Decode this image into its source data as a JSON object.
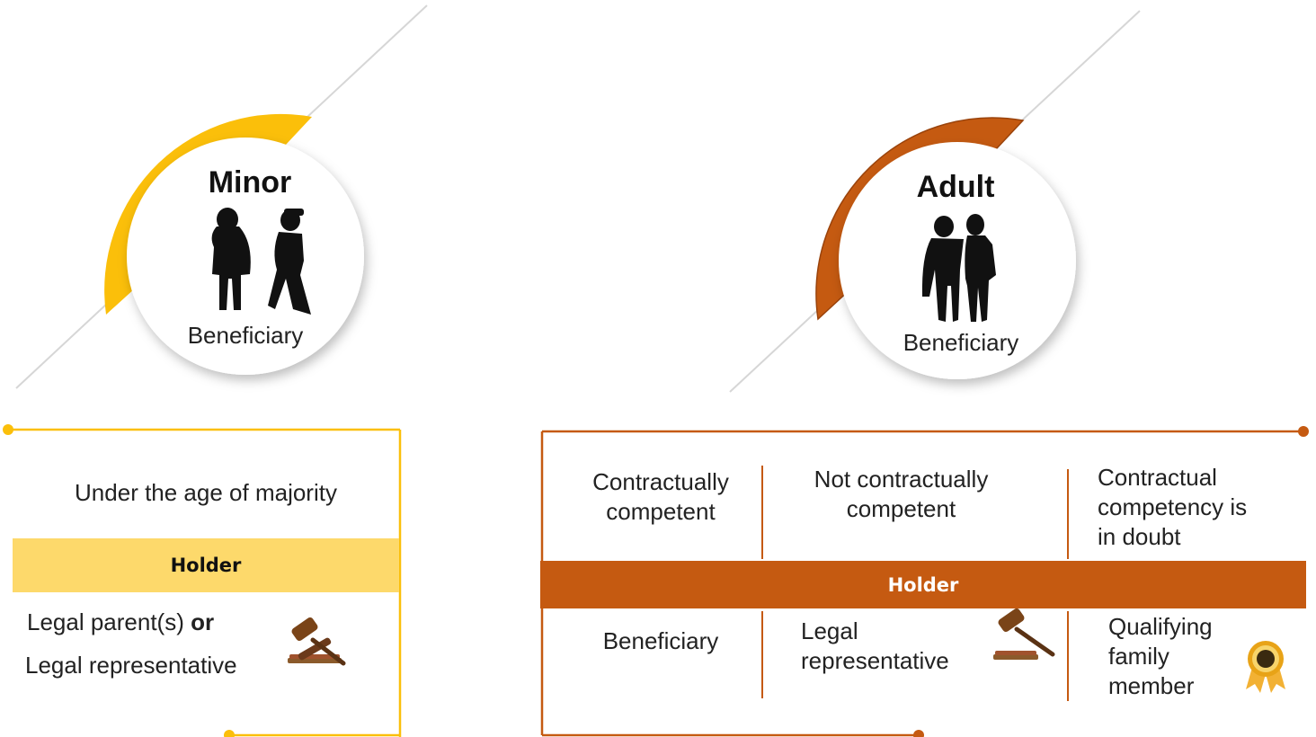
{
  "colors": {
    "minor_accent": "#FBBF0A",
    "minor_band": "#FDD96B",
    "adult_accent": "#C55A11",
    "line": "#cccccc"
  },
  "minor": {
    "title": "Minor",
    "subtitle": "Beneficiary",
    "icon": "children-silhouette-icon",
    "condition": "Under the age of majority",
    "holder_label": "Holder",
    "holders": {
      "line1": "Legal parent(s)",
      "conjunction": "or",
      "line2": "Legal representative"
    },
    "holder_icon": "gavel-icon"
  },
  "adult": {
    "title": "Adult",
    "subtitle": "Beneficiary",
    "icon": "couple-silhouette-icon",
    "holder_label": "Holder",
    "columns": [
      {
        "condition": "Contractually competent",
        "holder": "Beneficiary",
        "holder_icon": ""
      },
      {
        "condition": "Not contractually competent",
        "holder": "Legal representative",
        "holder_icon": "gavel-icon"
      },
      {
        "condition": "Contractual competency is in doubt",
        "holder": "Qualifying family member",
        "holder_icon": "award-medal-icon"
      }
    ]
  }
}
